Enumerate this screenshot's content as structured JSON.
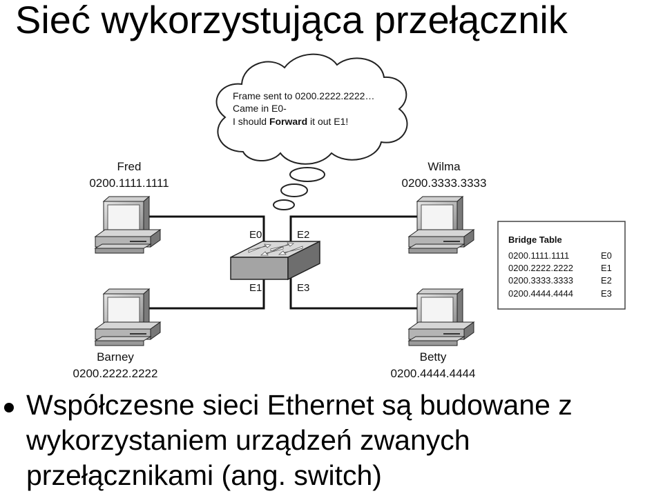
{
  "title": "Sieć wykorzystująca przełącznik",
  "cloud": {
    "line1": "Frame sent to 0200.2222.2222…",
    "line2": "Came in E0-",
    "line3_pre": "I should ",
    "line3_bold": "Forward",
    "line3_post": " it out E1!"
  },
  "hosts": {
    "fred": {
      "name": "Fred",
      "address": "0200.1111.1111"
    },
    "wilma": {
      "name": "Wilma",
      "address": "0200.3333.3333"
    },
    "barney": {
      "name": "Barney",
      "address": "0200.2222.2222"
    },
    "betty": {
      "name": "Betty",
      "address": "0200.4444.4444"
    }
  },
  "ports": {
    "e0": "E0",
    "e1": "E1",
    "e2": "E2",
    "e3": "E3"
  },
  "bridge_table": {
    "title": "Bridge Table",
    "rows": [
      {
        "mac": "0200.1111.1111",
        "port": "E0"
      },
      {
        "mac": "0200.2222.2222",
        "port": "E1"
      },
      {
        "mac": "0200.3333.3333",
        "port": "E2"
      },
      {
        "mac": "0200.4444.4444",
        "port": "E3"
      }
    ]
  },
  "bullet": "Współczesne sieci Ethernet są budowane z\nwykorzystaniem urządzeń zwanych\nprzełącznikami (ang. switch)"
}
